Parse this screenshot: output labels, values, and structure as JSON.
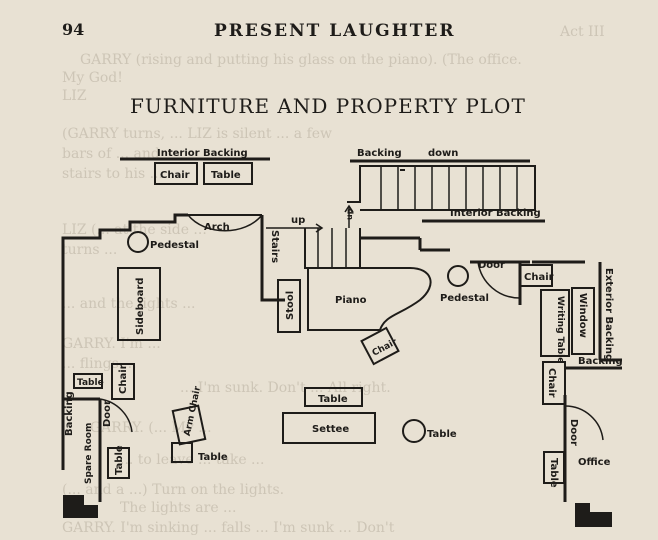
{
  "header": {
    "page_number": "94",
    "book_title": "PRESENT LAUGHTER"
  },
  "plot_title": "FURNITURE AND PROPERTY PLOT",
  "plan_labels": {
    "interior_backing_top": "Interior  Backing",
    "chair_top": "Chair",
    "table_top": "Table",
    "backing": "Backing",
    "down": "down",
    "interior_backing_right": "Interior Backing",
    "up": "up",
    "up_small": "up",
    "arch": "Arch",
    "pedestal_left": "Pedestal",
    "stairs": "Stairs",
    "sideboard": "Sideboard",
    "stool": "Stool",
    "piano": "Piano",
    "pedestal_right": "Pedestal",
    "door_right_top": "Door",
    "chair_right": "Chair",
    "writing_table": "Writing Table",
    "window": "Window",
    "exterior_backing": "Exterior Backing",
    "chair_center": "Chair",
    "table_left_small": "Table",
    "chair_left": "Chair",
    "table_center": "Table",
    "backing_lower_right": "Backing",
    "chair_lower_right": "Chair",
    "backing_left": "Backing",
    "spare_room": "Spare Room",
    "door_left": "Door",
    "arm_chair": "Arm Chair",
    "settee": "Settee",
    "table_round": "Table",
    "door_lower_right": "Door",
    "table_bottom_left": "Table",
    "table_small_center": "Table",
    "table_bottom_right": "Table",
    "office": "Office"
  },
  "bleed_through": [
    "Act III",
    "GARRY (rising and putting his glass on the piano). (The office.",
    "My God!",
    "LIZ",
    "(GARRY turns, ... LIZ is silent ... a few",
    "bars of ... and",
    "stairs to his ...",
    "LIZ (... at the side ...",
    "turns ...",
    "... and the lights ...",
    "GARRY. I'm ...",
    "... flings ...",
    "... I'm sunk. Don't ... All right.",
    "GARRY. (... My ...",
    "... to leave ... take ...",
    "(... and a ...) Turn on the lights.",
    "The lights are ...",
    "GARRY. I'm sinking ... falls ... I'm sunk ... Don't"
  ]
}
